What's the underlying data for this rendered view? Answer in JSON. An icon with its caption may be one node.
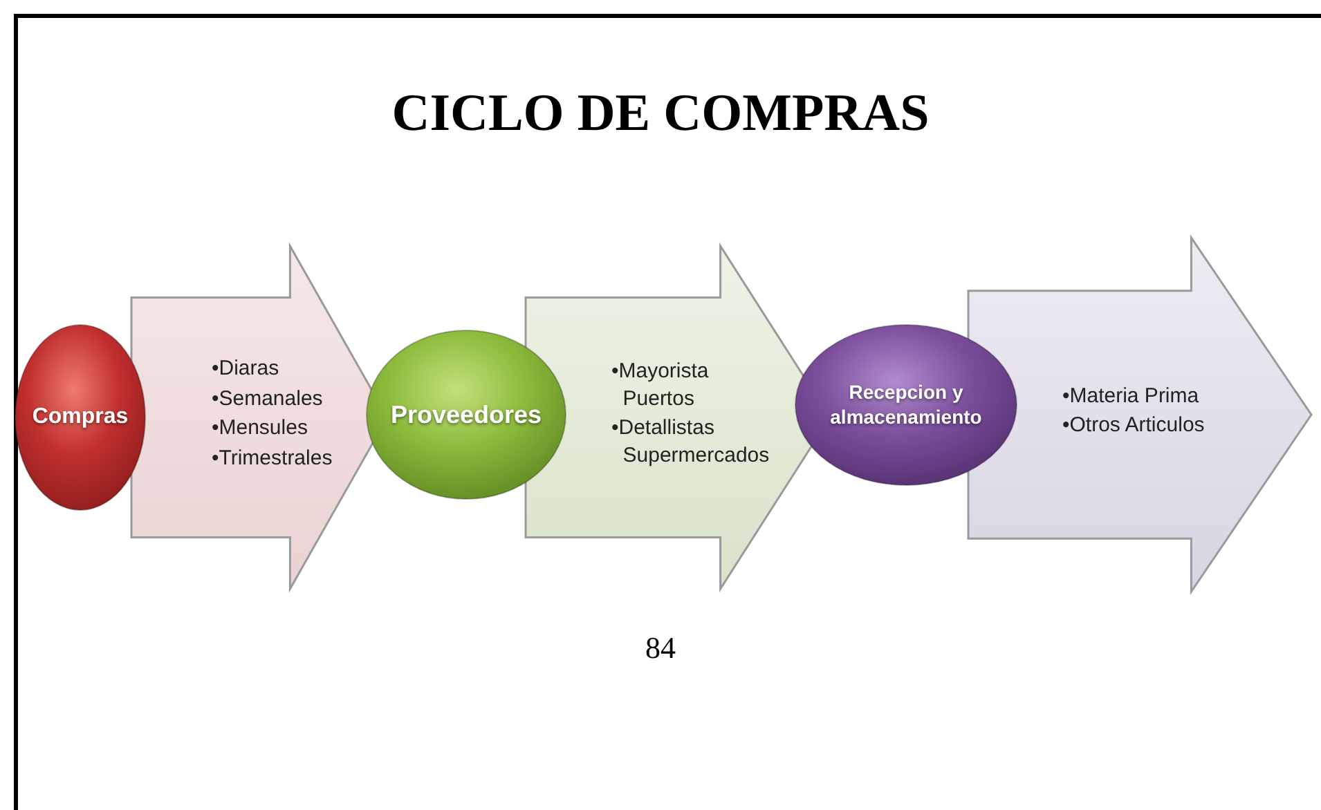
{
  "diagram": {
    "title": "CICLO DE COMPRAS",
    "nodes": [
      {
        "text": [
          "Compras"
        ]
      },
      {
        "text": [
          "•Diaras",
          "•Semanales",
          "•Mensules",
          "•Trimestrales"
        ]
      },
      {
        "text": [
          "Proveedores"
        ]
      },
      {
        "text": [
          "•Mayorista Puertos",
          "•Detallistas Supermercados"
        ]
      },
      {
        "text": [
          "Recepcion y almacenamiento"
        ]
      },
      {
        "text": [
          "•Materia Prima",
          "•Otros Articulos"
        ]
      }
    ],
    "edges": [
      {
        "from": 0,
        "to": 2,
        "arrow": "to"
      },
      {
        "from": 2,
        "to": 4,
        "arrow": "to"
      },
      {
        "from": 4,
        "to": null,
        "arrow": "to"
      }
    ],
    "labels": [
      "84"
    ]
  }
}
